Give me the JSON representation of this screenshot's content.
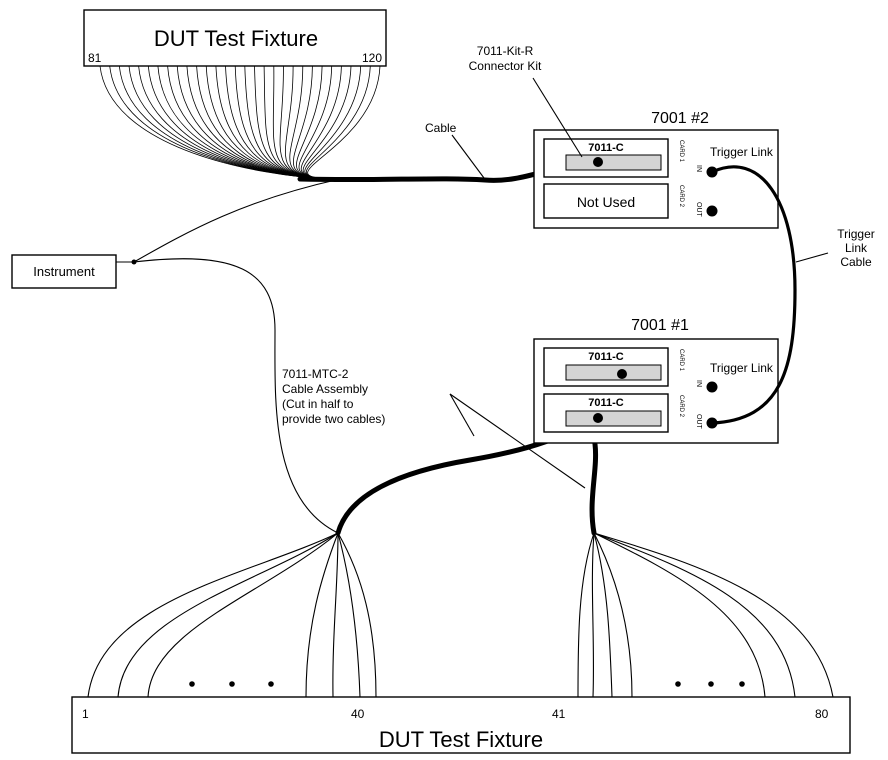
{
  "top_fixture": {
    "title": "DUT Test Fixture",
    "pin_start": "81",
    "pin_end": "120"
  },
  "bottom_fixture": {
    "title": "DUT Test Fixture",
    "pin_1": "1",
    "pin_40": "40",
    "pin_41": "41",
    "pin_80": "80"
  },
  "instrument": {
    "label": "Instrument"
  },
  "labels": {
    "kit_line1": "7011-Kit-R",
    "kit_line2": "Connector Kit",
    "cable": "Cable",
    "mtc_line1": "7011-MTC-2",
    "mtc_line2": "Cable Assembly",
    "mtc_line3": "(Cut in half to",
    "mtc_line4": "provide two cables)",
    "trig_cable_line1": "Trigger",
    "trig_cable_line2": "Link",
    "trig_cable_line3": "Cable"
  },
  "mainframe2": {
    "title": "7001 #2",
    "card1_label": "7011-C",
    "card2_label": "Not Used",
    "trigger_link": "Trigger Link",
    "side_card1": "CARD 1",
    "side_card2": "CARD 2",
    "in_label": "IN",
    "out_label": "OUT"
  },
  "mainframe1": {
    "title": "7001 #1",
    "card1_label": "7011-C",
    "card2_label": "7011-C",
    "trigger_link": "Trigger Link",
    "side_card1": "CARD 1",
    "side_card2": "CARD 2",
    "in_label": "IN",
    "out_label": "OUT"
  }
}
